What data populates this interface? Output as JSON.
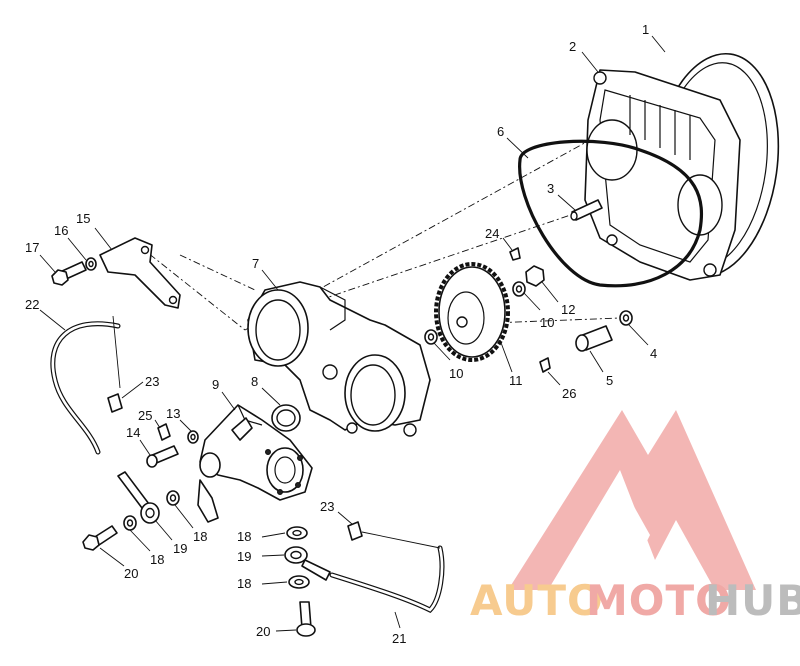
{
  "callouts": [
    "1",
    "2",
    "3",
    "4",
    "5",
    "6",
    "7",
    "8",
    "9",
    "10",
    "10",
    "11",
    "12",
    "13",
    "14",
    "15",
    "16",
    "17",
    "18",
    "18",
    "18",
    "18",
    "19",
    "19",
    "20",
    "20",
    "21",
    "22",
    "23",
    "23",
    "24",
    "25",
    "26"
  ],
  "watermark": {
    "word_auto": "AUTO",
    "word_moto": "MOTO",
    "word_hub": "HUB",
    "colors": {
      "triangle": "#f0a5a2",
      "auto": "#f7c98a",
      "moto": "#f0a5a2",
      "hub": "#b9b9b9"
    }
  }
}
